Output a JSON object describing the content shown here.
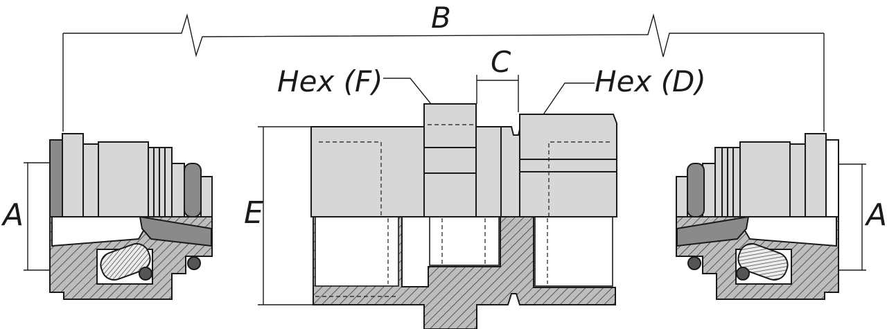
{
  "labels": {
    "a_left": "A",
    "a_right": "A",
    "b": "B",
    "c": "C",
    "e": "E",
    "hex_f": "Hex (F)",
    "hex_d": "Hex (D)"
  },
  "colors": {
    "outline": "#1a1a1a",
    "body_fill": "#d7d7d7",
    "section_fill": "#bdbdbd",
    "hatch": "#3a3a3a",
    "spring_fill": "#cfcfcf",
    "background": "#ffffff"
  }
}
